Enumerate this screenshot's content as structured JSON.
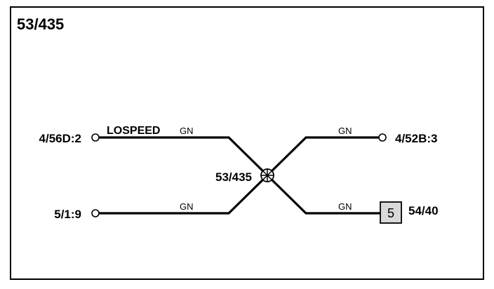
{
  "diagram": {
    "title": "53/435",
    "splice_label": "53/435",
    "terminals": {
      "left_top": "4/56D:2",
      "left_bottom": "5/1:9",
      "right_top": "4/52B:3",
      "right_bottom": "54/40"
    },
    "wires": {
      "left_top_name": "LOSPEED",
      "left_top_color": "GN",
      "left_bottom_color": "GN",
      "right_top_color": "GN",
      "right_bottom_color": "GN"
    },
    "connector_box": "5"
  }
}
